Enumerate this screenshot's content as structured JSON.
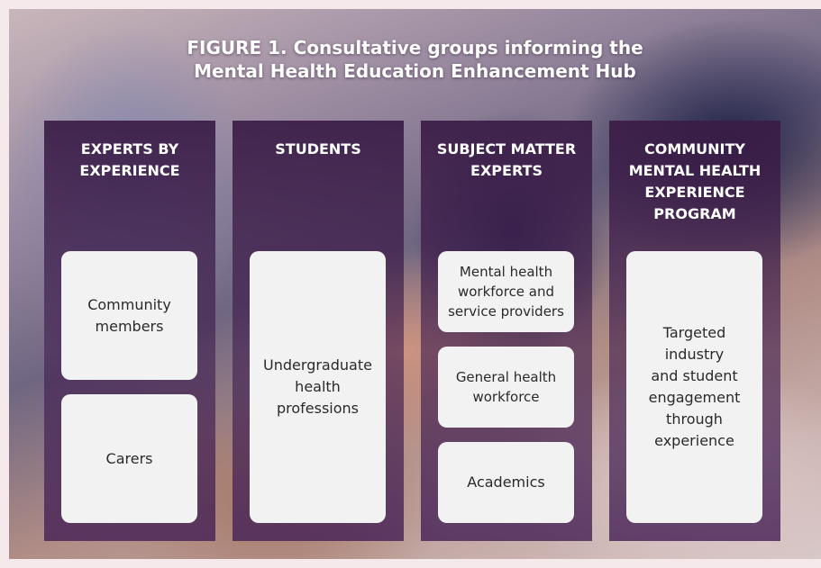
{
  "title": {
    "line1": "FIGURE 1.  Consultative groups informing the",
    "line2": "Mental Health Education Enhancement Hub"
  },
  "columns": [
    {
      "heading": "EXPERTS BY\nEXPERIENCE",
      "boxes": [
        "Community\nmembers",
        "Carers"
      ]
    },
    {
      "heading": "STUDENTS",
      "boxes": [
        "Undergraduate\nhealth\nprofessions"
      ]
    },
    {
      "heading": "SUBJECT MATTER\nEXPERTS",
      "boxes": [
        "Mental health\nworkforce and\nservice providers",
        "General health\nworkforce",
        "Academics"
      ]
    },
    {
      "heading": "COMMUNITY\nMENTAL HEALTH\nEXPERIENCE\nPROGRAM",
      "boxes": [
        "Targeted\nindustry\nand student\nengagement\nthrough\nexperience"
      ]
    }
  ],
  "colors": {
    "page_background": "#f6e9ec",
    "column_overlay": "#3a1c46",
    "box_background": "#f3f2f3",
    "heading_text": "#ffffff"
  }
}
